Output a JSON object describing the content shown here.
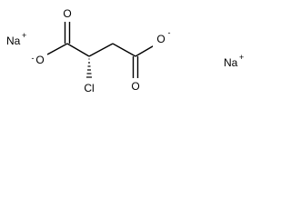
{
  "molecule": {
    "counterions": [
      {
        "symbol": "Na",
        "charge": "+"
      },
      {
        "symbol": "Na",
        "charge": "+"
      }
    ],
    "atoms": {
      "o_top_left": "O",
      "o_carboxylate_left": "O",
      "o_carboxylate_left_charge": "-",
      "cl": "Cl",
      "o_top_right": "O",
      "o_carboxylate_right": "O",
      "o_carboxylate_right_charge": "-"
    }
  }
}
